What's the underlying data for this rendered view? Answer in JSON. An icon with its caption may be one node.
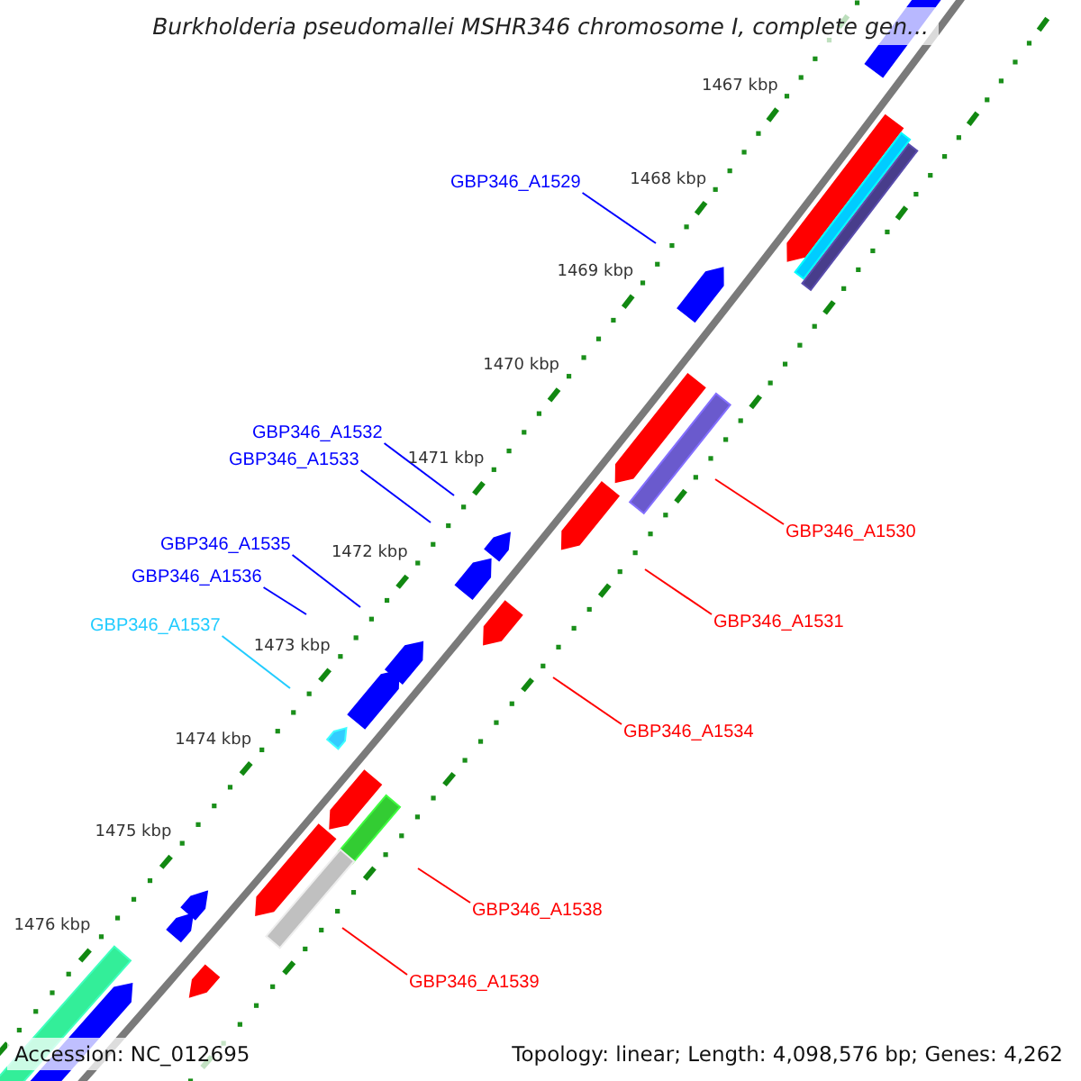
{
  "diagram": {
    "title": "Burkholderia pseudomallei MSHR346 chromosome I, complete gen...",
    "nodes": [
      {
        "text": [
          "GBP346_A1529"
        ]
      },
      {
        "text": [
          "GBP346_A1532"
        ]
      },
      {
        "text": [
          "GBP346_A1533"
        ]
      },
      {
        "text": [
          "GBP346_A1530"
        ]
      },
      {
        "text": [
          "GBP346_A1535"
        ]
      },
      {
        "text": [
          "GBP346_A1536"
        ]
      },
      {
        "text": [
          "GBP346_A1531"
        ]
      },
      {
        "text": [
          "GBP346_A1537"
        ]
      },
      {
        "text": [
          "GBP346_A1534"
        ]
      },
      {
        "text": [
          "GBP346_A1538"
        ]
      },
      {
        "text": [
          "GBP346_A1539"
        ]
      }
    ],
    "edges": [
      {
        "from": 0,
        "to": null,
        "arrow": "none",
        "color": "#0000ff"
      },
      {
        "from": 1,
        "to": null,
        "arrow": "none",
        "color": "#0000ff"
      },
      {
        "from": 2,
        "to": null,
        "arrow": "none",
        "color": "#0000ff"
      },
      {
        "from": 3,
        "to": null,
        "arrow": "none",
        "color": "#ff0000"
      },
      {
        "from": 4,
        "to": null,
        "arrow": "none",
        "color": "#0000ff"
      },
      {
        "from": 5,
        "to": null,
        "arrow": "none",
        "color": "#0000ff"
      },
      {
        "from": 6,
        "to": null,
        "arrow": "none",
        "color": "#ff0000"
      },
      {
        "from": 7,
        "to": null,
        "arrow": "none",
        "color": "#22ccff"
      },
      {
        "from": 8,
        "to": null,
        "arrow": "none",
        "color": "#ff0000"
      },
      {
        "from": 9,
        "to": null,
        "arrow": "none",
        "color": "#ff0000"
      },
      {
        "from": 10,
        "to": null,
        "arrow": "none",
        "color": "#ff0000"
      }
    ],
    "labels": [
      "1467 kbp",
      "1468 kbp",
      "1469 kbp",
      "1470 kbp",
      "1471 kbp",
      "1472 kbp",
      "1473 kbp",
      "1474 kbp",
      "1475 kbp",
      "1476 kbp",
      "Accession: NC_012695",
      "Topology: linear; Length: 4,098,576 bp; Genes: 4,262"
    ]
  }
}
